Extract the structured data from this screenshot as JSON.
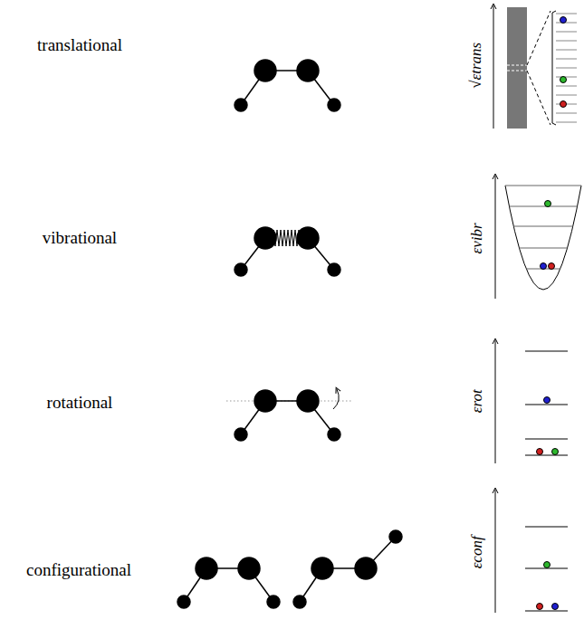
{
  "diagram": {
    "labels": [
      "translational",
      "vibrational",
      "rotational",
      "configurational",
      "√εtrans",
      "εvibr",
      "εrot",
      "εconf"
    ]
  }
}
